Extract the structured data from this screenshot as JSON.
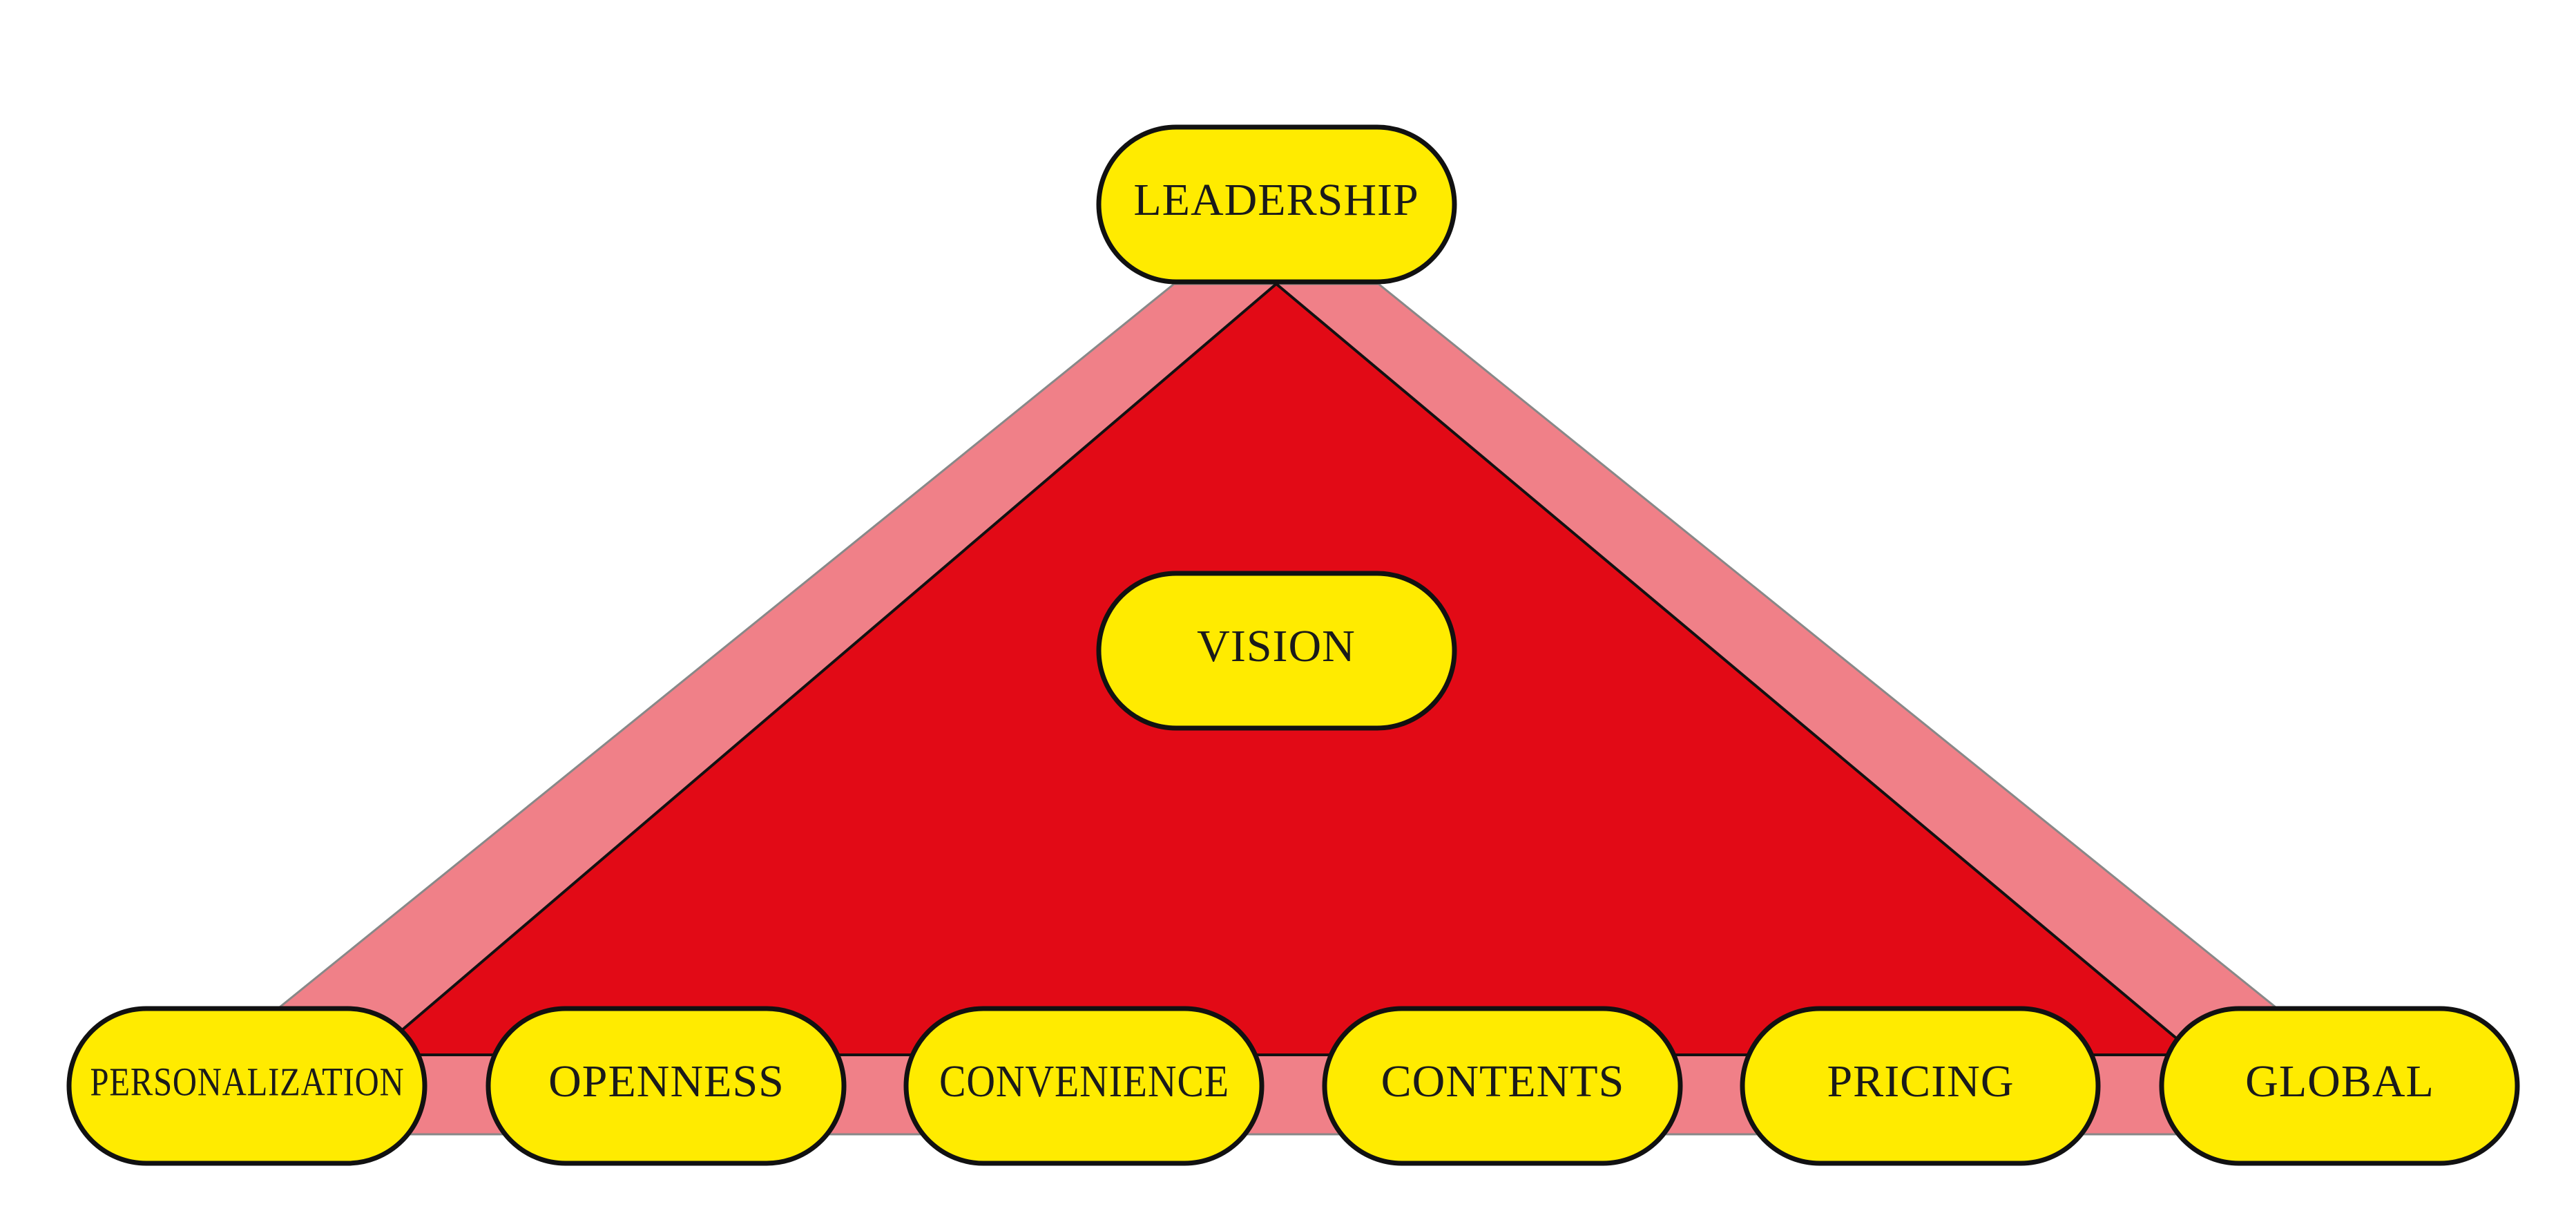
{
  "diagram": {
    "colors": {
      "background": "#ffffff",
      "band": "#f08088",
      "triangle": "#e20a16",
      "node_fill": "#ffeb00",
      "node_stroke": "#111111",
      "text": "#1a1a1a"
    },
    "apex": {
      "label": "LEADERSHIP"
    },
    "center": {
      "label": "VISION"
    },
    "base_nodes": [
      {
        "label": "PERSONALIZATION"
      },
      {
        "label": "OPENNESS"
      },
      {
        "label": "CONVENIENCE"
      },
      {
        "label": "CONTENTS"
      },
      {
        "label": "PRICING"
      },
      {
        "label": "GLOBAL"
      }
    ]
  }
}
